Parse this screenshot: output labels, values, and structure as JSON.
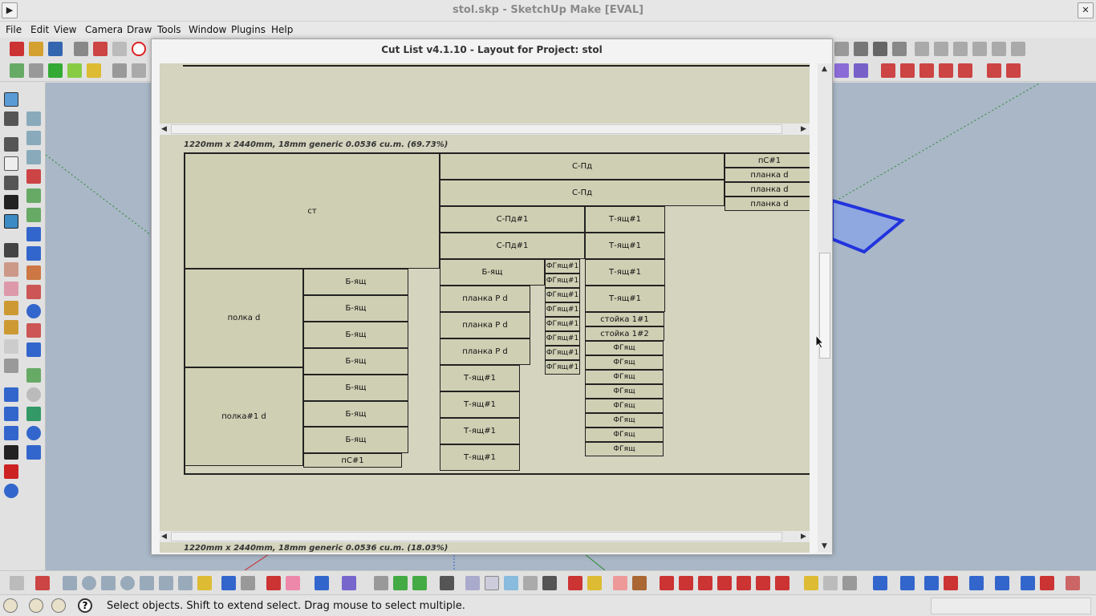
{
  "window": {
    "title": "stol.skp - SketchUp Make [EVAL]"
  },
  "menu": [
    "File",
    "Edit",
    "View",
    "Camera",
    "Draw",
    "Tools",
    "Window",
    "Plugins",
    "Help"
  ],
  "dialog": {
    "title": "Cut List v4.1.10 - Layout for Project: stol",
    "sheet1_label": "1220mm x 2440mm, 18mm generic 0.0536 cu.m. (69.73%)",
    "sheet2_label": "1220mm x 2440mm, 18mm generic 0.0536 cu.m. (18.03%)",
    "parts": [
      {
        "label": "ст"
      },
      {
        "label": "полка d"
      },
      {
        "label": "полка#1 d"
      },
      {
        "label": "Б-ящ"
      },
      {
        "label": "Б-ящ"
      },
      {
        "label": "Б-ящ"
      },
      {
        "label": "Б-ящ"
      },
      {
        "label": "Б-ящ"
      },
      {
        "label": "Б-ящ"
      },
      {
        "label": "Б-ящ"
      },
      {
        "label": "пС#1"
      },
      {
        "label": "С-Пд"
      },
      {
        "label": "С-Пд"
      },
      {
        "label": "С-Пд#1"
      },
      {
        "label": "С-Пд#1"
      },
      {
        "label": "Б-ящ"
      },
      {
        "label": "планка Р d"
      },
      {
        "label": "планка Р d"
      },
      {
        "label": "планка Р d"
      },
      {
        "label": "Т-ящ#1"
      },
      {
        "label": "Т-ящ#1"
      },
      {
        "label": "Т-ящ#1"
      },
      {
        "label": "Т-ящ#1"
      },
      {
        "label": "ФГящ#1"
      },
      {
        "label": "ФГящ#1"
      },
      {
        "label": "ФГящ#1"
      },
      {
        "label": "ФГящ#1"
      },
      {
        "label": "ФГящ#1"
      },
      {
        "label": "ФГящ#1"
      },
      {
        "label": "ФГящ#1"
      },
      {
        "label": "ФГящ#1"
      },
      {
        "label": "Т-ящ#1"
      },
      {
        "label": "Т-ящ#1"
      },
      {
        "label": "Т-ящ#1"
      },
      {
        "label": "Т-ящ#1"
      },
      {
        "label": "стойка 1#1"
      },
      {
        "label": "стойка 1#2"
      },
      {
        "label": "ФГящ"
      },
      {
        "label": "ФГящ"
      },
      {
        "label": "ФГящ"
      },
      {
        "label": "ФГящ"
      },
      {
        "label": "ФГящ"
      },
      {
        "label": "ФГящ"
      },
      {
        "label": "ФГящ"
      },
      {
        "label": "ФГящ"
      },
      {
        "label": "пС#1"
      },
      {
        "label": "планка d"
      },
      {
        "label": "планка d"
      },
      {
        "label": "планка d"
      }
    ]
  },
  "status": {
    "text": "Select objects. Shift to extend select. Drag mouse to select multiple."
  },
  "colors": {
    "sheet_bg": "#d4d4bf",
    "part_bg": "#cfcfb4",
    "viewport_bg": "#a9b7c7",
    "selection_blue": "#2233dd"
  }
}
